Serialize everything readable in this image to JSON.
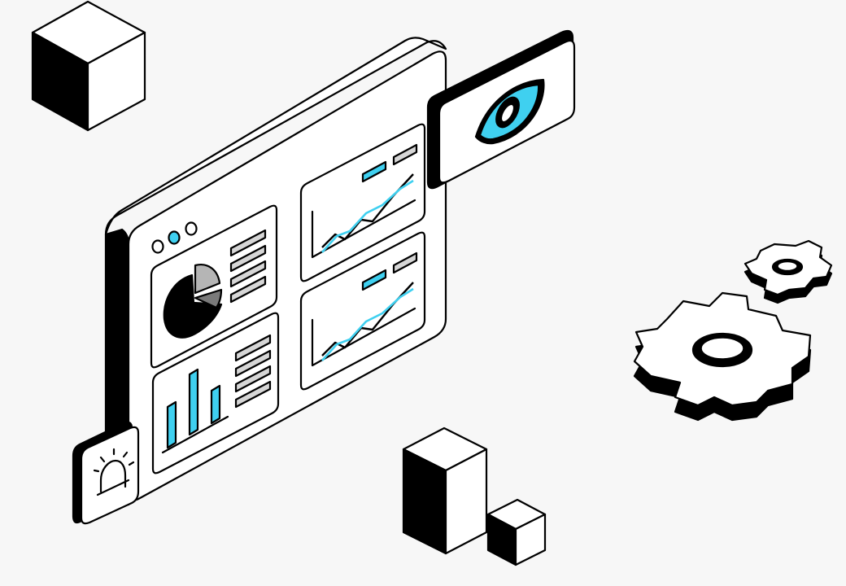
{
  "scene": {
    "description_free": true,
    "palette": {
      "background": "#f7f7f7",
      "ink": "#000000",
      "paper": "#ffffff",
      "accent": "#3fd0f0",
      "muted_fill": "#d6d6d6",
      "mid_gray": "#7a7a7a",
      "light_gray": "#b5b5b5"
    },
    "icons": {
      "cube_top_left": "cube-icon",
      "dashboard_window": "dashboard-window",
      "eye_panel": "eye-icon",
      "alarm_panel": "alarm-light-icon",
      "gear_small": "gear-icon",
      "gear_large": "gear-icon",
      "blocks": "bar-blocks-icon"
    },
    "window_dots": [
      "inactive",
      "active",
      "inactive"
    ]
  }
}
